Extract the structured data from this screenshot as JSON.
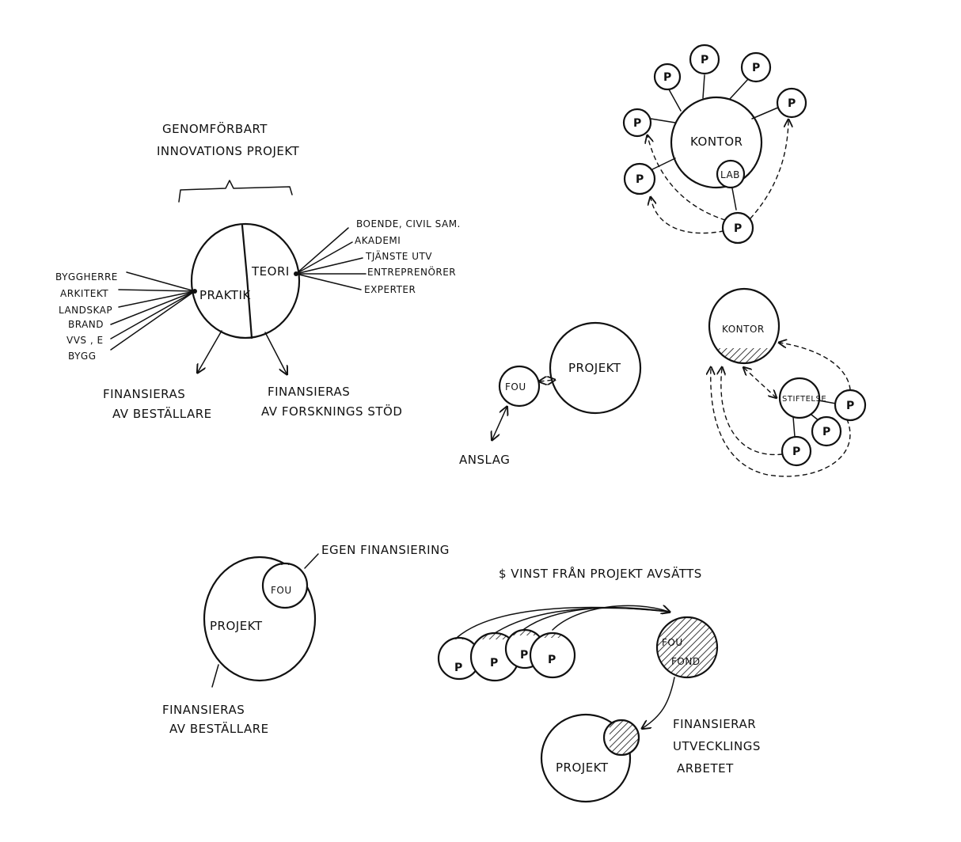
{
  "sketch1": {
    "title_line1": "GENOMFÖRBART",
    "title_line2": "INNOVATIONS PROJEKT",
    "circle_left": "PRAKTIK",
    "circle_right": "TEORI",
    "left_actors": [
      "BYGGHERRE",
      "ARKITEKT",
      "LANDSKAP",
      "BRAND",
      "VVS , E",
      "BYGG"
    ],
    "right_actors": [
      "BOENDE, CIVIL SAM.",
      "AKADEMI",
      "TJÄNSTE UTV",
      "ENTREPRENÖRER",
      "EXPERTER"
    ],
    "funding_left_line1": "FINANSIERAS",
    "funding_left_line2": "AV BESTÄLLARE",
    "funding_right_line1": "FINANSIERAS",
    "funding_right_line2": "AV FORSKNINGS STÖD"
  },
  "sketch2": {
    "center": "KONTOR",
    "lab": "LAB",
    "p": "P"
  },
  "sketch3": {
    "fou": "FOU",
    "projekt": "PROJEKT",
    "anslag": "ANSLAG"
  },
  "sketch4": {
    "kontor": "KONTOR",
    "stiftelse": "STIFTELSE",
    "p": "P"
  },
  "sketch5": {
    "projekt": "PROJEKT",
    "fou": "FOU",
    "egen": "EGEN FINANSIERING",
    "funding_line1": "FINANSIERAS",
    "funding_line2": "AV BESTÄLLARE"
  },
  "sketch6": {
    "vinst": "$ VINST FRÅN PROJEKT AVSÄTTS",
    "p": "P",
    "fou_line1": "FOU",
    "fou_line2": "FOND",
    "projekt": "PROJEKT",
    "finans_line1": "FINANSIERAR",
    "finans_line2": "UTVECKLINGS",
    "finans_line3": "ARBETET"
  }
}
